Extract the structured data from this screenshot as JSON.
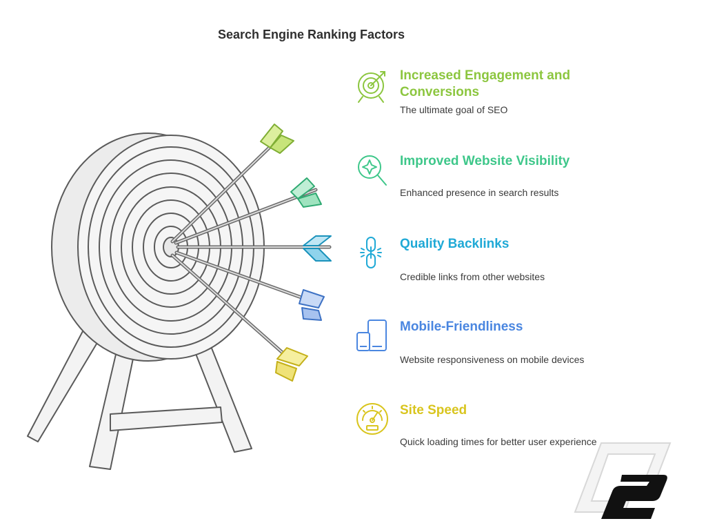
{
  "title": "Search Engine Ranking Factors",
  "colors": {
    "engagement": "#8cc63f",
    "visibility": "#3ec78a",
    "backlinks": "#1fa9d6",
    "mobile": "#4a86e0",
    "speed": "#d9c51e"
  },
  "items": [
    {
      "heading": "Increased Engagement and Conversions",
      "description": "The ultimate goal of SEO",
      "icon": "target-icon"
    },
    {
      "heading": "Improved Website Visibility",
      "description": "Enhanced presence in search results",
      "icon": "magnify-sparkle-icon"
    },
    {
      "heading": "Quality Backlinks",
      "description": "Credible links from other websites",
      "icon": "broken-link-icon"
    },
    {
      "heading": "Mobile-Friendliness",
      "description": "Website responsiveness on mobile devices",
      "icon": "devices-icon"
    },
    {
      "heading": "Site Speed",
      "description": "Quick loading times for better user experience",
      "icon": "speedometer-icon"
    }
  ]
}
